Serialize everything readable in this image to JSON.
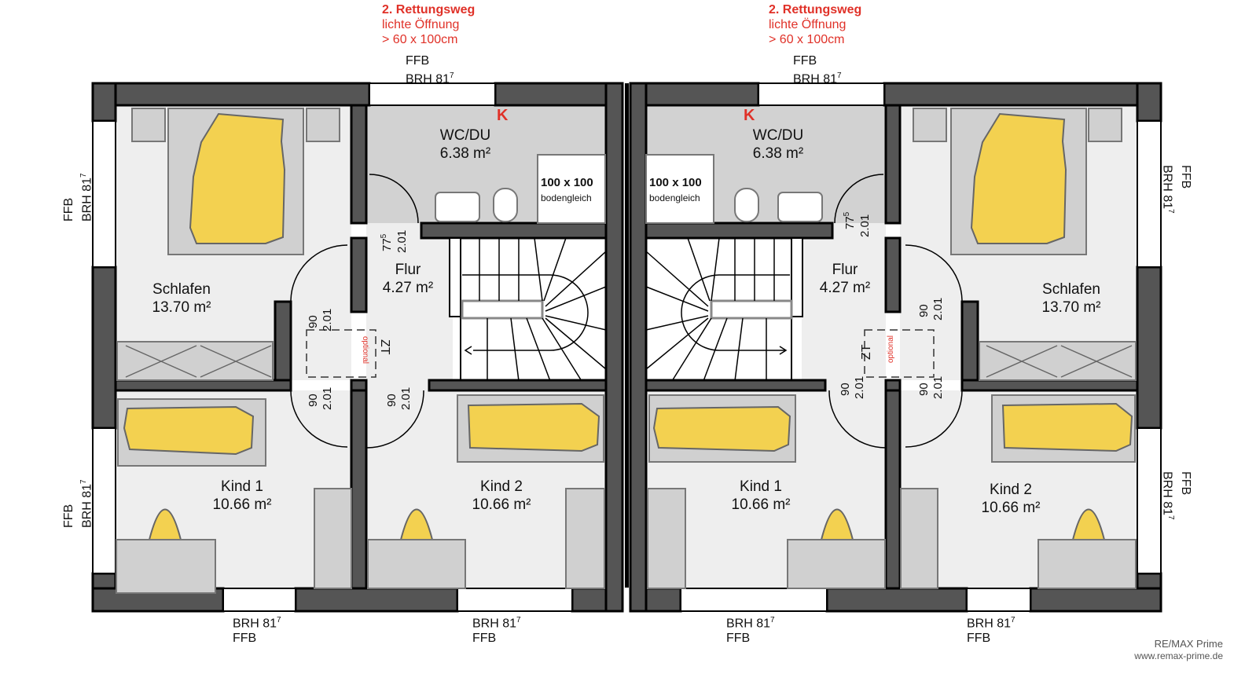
{
  "plan": {
    "rescue_window_notes": [
      {
        "title": "2. Rettungsweg",
        "line1": "lichte Öffnung",
        "line2": "> 60 x 100cm"
      },
      {
        "title": "2. Rettungsweg",
        "line1": "lichte Öffnung",
        "line2": "> 60 x 100cm"
      }
    ],
    "window_label_top": {
      "ffb": "FFB",
      "brh": "BRH 81",
      "brh_sup": "7"
    },
    "window_label_side": {
      "ffb": "FFB",
      "brh": "BRH 81",
      "brh_sup": "7"
    },
    "window_label_bottom": {
      "brh": "BRH 81",
      "brh_sup": "7",
      "ffb": "FFB"
    },
    "units": [
      {
        "rooms": {
          "bath": {
            "name": "WC/DU",
            "area": "6.38 m²",
            "marker": "K",
            "shower_size": "100 x 100",
            "shower_type": "bodengleich"
          },
          "bedroom": {
            "name": "Schlafen",
            "area": "13.70 m²"
          },
          "hall": {
            "name": "Flur",
            "area": "4.27 m²"
          },
          "kid1": {
            "name": "Kind 1",
            "area": "10.66 m²"
          },
          "kid2": {
            "name": "Kind 2",
            "area": "10.66 m²"
          }
        }
      },
      {
        "rooms": {
          "bath": {
            "name": "WC/DU",
            "area": "6.38 m²",
            "marker": "K",
            "shower_size": "100 x 100",
            "shower_type": "bodengleich"
          },
          "bedroom": {
            "name": "Schlafen",
            "area": "13.70 m²"
          },
          "hall": {
            "name": "Flur",
            "area": "4.27 m²"
          },
          "kid1": {
            "name": "Kind 1",
            "area": "10.66 m²"
          },
          "kid2": {
            "name": "Kind 2",
            "area": "10.66 m²"
          }
        }
      }
    ],
    "door_dims": {
      "width_90": "90",
      "height": "2.01",
      "width_775": "77",
      "width_775_sup": "5"
    },
    "optional_door": {
      "label": "ZT",
      "note": "optional"
    },
    "colors": {
      "wall": "#555555",
      "floor": "#eeeeee",
      "bath_floor": "#d2d2d2",
      "bedding": "#f3d150",
      "accent_red": "#e03128"
    }
  },
  "watermark": {
    "brand": "RE/MAX Prime",
    "url": "www.remax-prime.de"
  }
}
